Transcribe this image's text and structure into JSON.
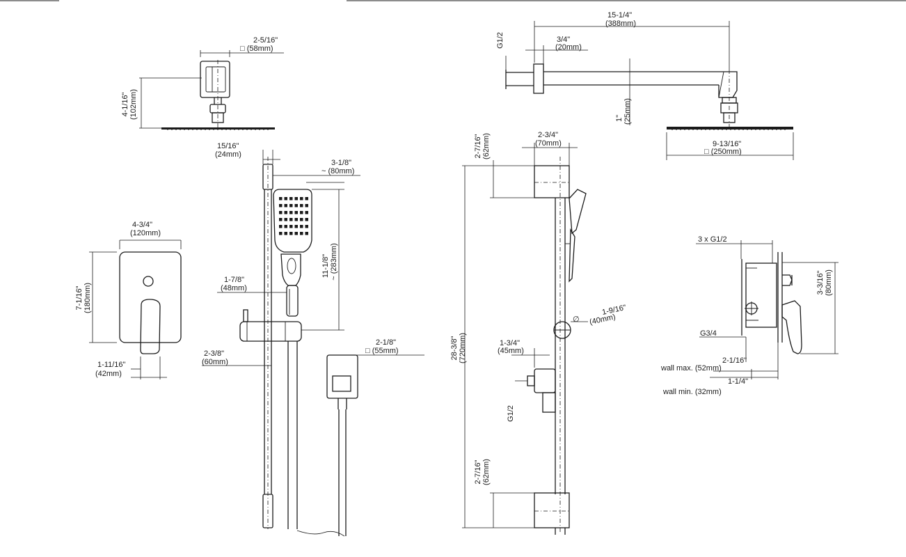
{
  "labels": {
    "head_side_w_in": "2-5/16\"",
    "head_side_w_mm": "□ (58mm)",
    "head_side_h_in": "4-1/16\"",
    "head_side_h_mm": "(102mm)",
    "arm_len_in": "15-1/4\"",
    "arm_len_mm": "(388mm)",
    "arm_thread": "G1/2",
    "arm_flange_in": "3/4\"",
    "arm_flange_mm": "(20mm)",
    "arm_drop_in": "1\"",
    "arm_drop_mm": "(25mm)",
    "head_w_in": "9-13/16\"",
    "head_w_mm": "□ (250mm)",
    "bar_w_in": "15/16\"",
    "bar_w_mm": "(24mm)",
    "hand_w_in": "3-1/8\"",
    "hand_w_mm": "~ (80mm)",
    "hand_h_in": "11-1/8\"",
    "hand_h_mm": "~ (283mm)",
    "hand_handle_in": "1-7/8\"",
    "hand_handle_mm": "(48mm)",
    "slider_in": "2-3/8\"",
    "slider_mm": "(60mm)",
    "elbow_in": "2-1/8\"",
    "elbow_mm": "□ (55mm)",
    "trim_w_in": "4-3/4\"",
    "trim_w_mm": "(120mm)",
    "trim_h_in": "7-1/16\"",
    "trim_h_mm": "(180mm)",
    "trim_lever_in": "1-11/16\"",
    "trim_lever_mm": "(42mm)",
    "top_bracket_h_in": "2-7/16\"",
    "top_bracket_h_mm": "(62mm)",
    "bracket_w_in": "2-3/4\"",
    "bracket_w_mm": "(70mm)",
    "total_h_in": "28-3/8\"",
    "total_h_mm": "(720mm)",
    "holder_dia_in": "1-9/16\"",
    "holder_dia_mm": "(40mm)",
    "dia_symbol": "∅",
    "elbow_depth_in": "1-3/4\"",
    "elbow_depth_mm": "(45mm)",
    "elbow_thread": "G1/2",
    "bot_bracket_h_in": "2-7/16\"",
    "bot_bracket_h_mm": "(62mm)",
    "valve_ports": "3 x G1/2",
    "valve_depth_in": "3-3/16\"",
    "valve_depth_mm": "(80mm)",
    "valve_inlet": "G3/4",
    "wall_max_in": "2-1/16\"",
    "wall_max_mm": "wall max. (52mm)",
    "wall_min_in": "1-1/4\"",
    "wall_min_mm": "wall min. (32mm)"
  }
}
